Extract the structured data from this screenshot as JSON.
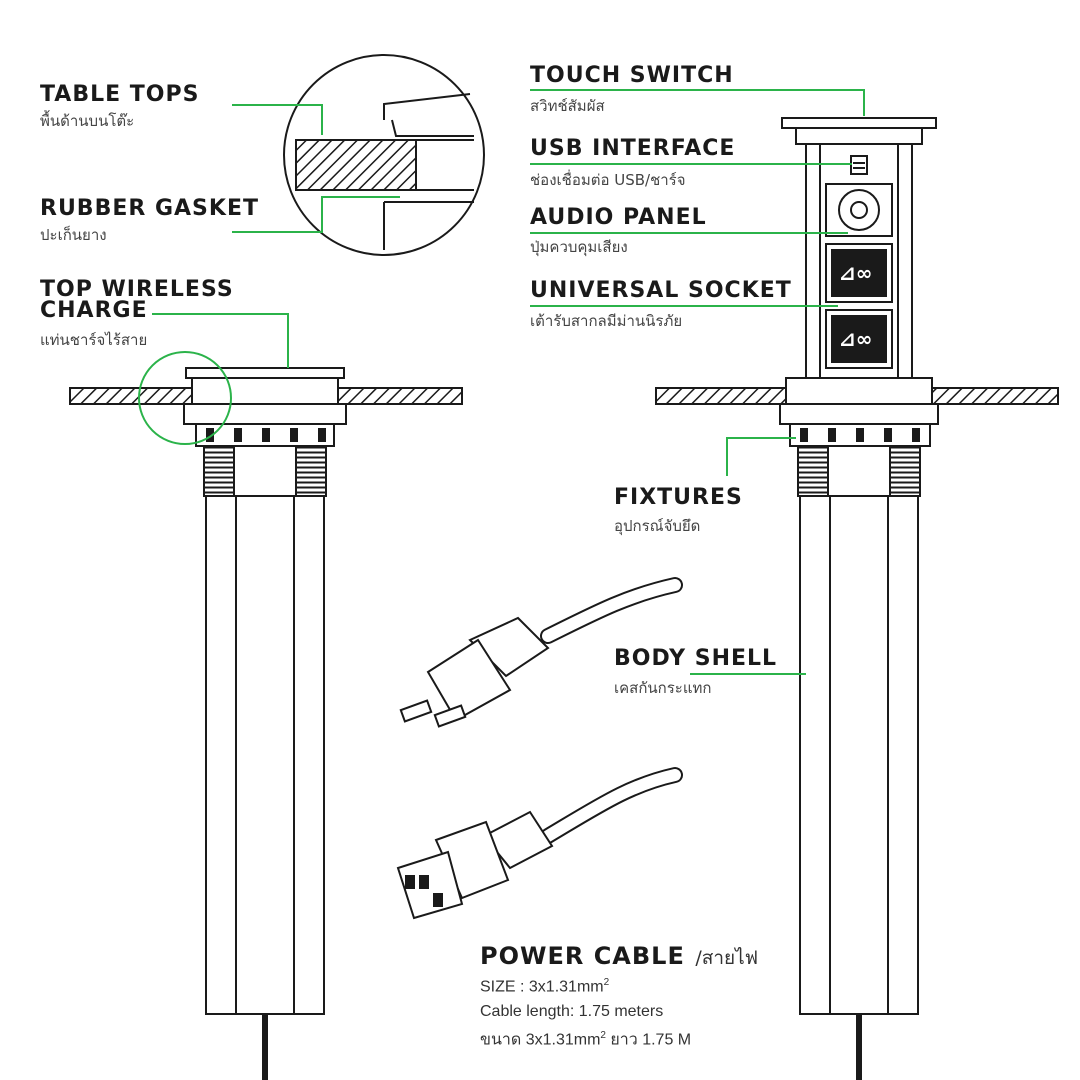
{
  "colors": {
    "line": "#1a1a1a",
    "accent": "#2bb34a",
    "fill": "#ffffff"
  },
  "labels": {
    "table_tops": {
      "en": "TABLE TOPS",
      "th": "พื้นด้านบนโต๊ะ"
    },
    "rubber_gasket": {
      "en": "RUBBER GASKET",
      "th": "ปะเก็นยาง"
    },
    "top_wireless_charge": {
      "en_line1": "TOP WIRELESS",
      "en_line2": "CHARGE",
      "th": "แท่นชาร์จไร้สาย"
    },
    "touch_switch": {
      "en": "TOUCH SWITCH",
      "th": "สวิทช์สัมผัส"
    },
    "usb_interface": {
      "en": "USB INTERFACE",
      "th": "ช่องเชื่อมต่อ USB/ชาร์จ"
    },
    "audio_panel": {
      "en": "AUDIO PANEL",
      "th": "ปุ่มควบคุมเสียง"
    },
    "universal_socket": {
      "en": "UNIVERSAL SOCKET",
      "th": "เต้ารับสากลมีม่านนิรภัย"
    },
    "fixtures": {
      "en": "FIXTURES",
      "th": "อุปกรณ์จับยึด"
    },
    "body_shell": {
      "en": "BODY SHELL",
      "th": "เคสกันกระแทก"
    }
  },
  "power_cable": {
    "title": "POWER CABLE",
    "title_th": "/สายไฟ",
    "size_prefix": "SIZE : 3x1.31mm",
    "sup": "2",
    "length": "Cable length: 1.75 meters",
    "th_prefix": "ขนาด 3x1.31mm",
    "th_suffix": "ยาว 1.75 M"
  }
}
